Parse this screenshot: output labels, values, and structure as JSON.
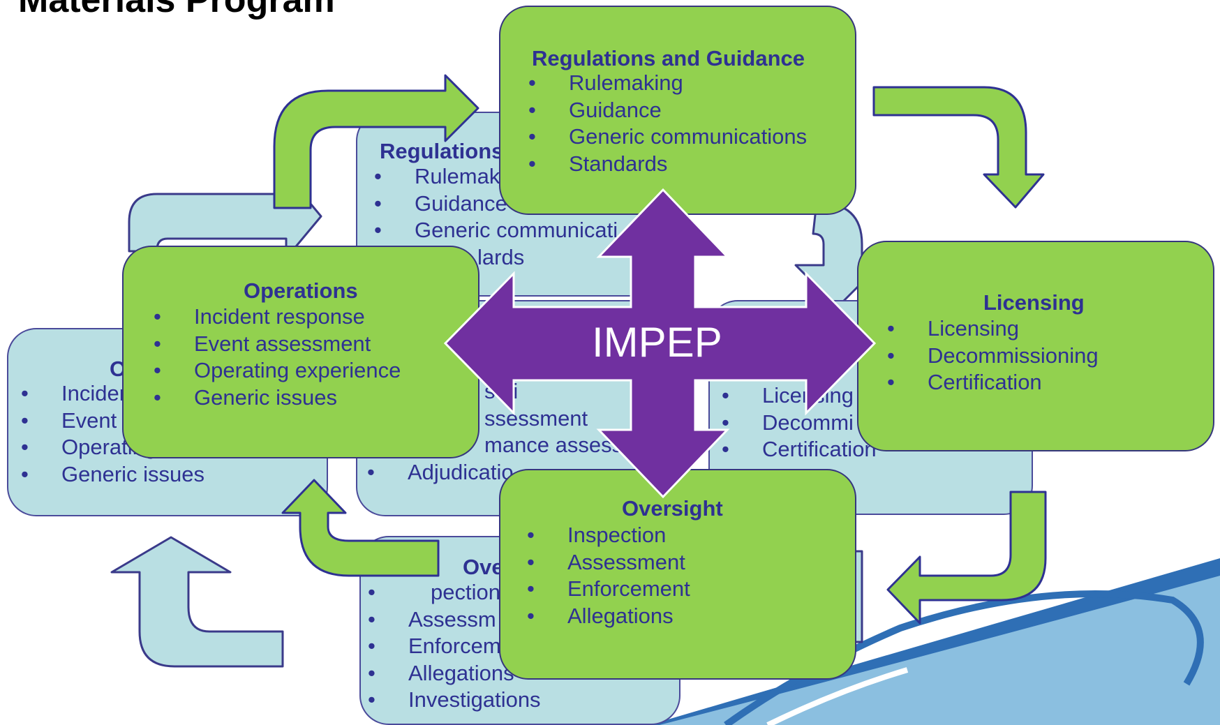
{
  "page_title": "Materials Program",
  "center_label": "IMPEP",
  "colors": {
    "front_box": "#92d14f",
    "back_box": "#b9dfe3",
    "text": "#2e3192",
    "impep_arrow": "#7030a0",
    "logo_blue": "#2f6fb5"
  },
  "back": {
    "regulations": {
      "title": "Regulations",
      "items": [
        "Rulemak",
        "Guidance",
        "Generic communicati",
        "lards"
      ]
    },
    "operations": {
      "title": "O",
      "items": [
        "Inciden",
        "Event",
        "Operating",
        "Generic issues"
      ]
    },
    "middle": {
      "items": [
        "scri",
        "ssessment",
        "mance assess",
        "Adjudicatio"
      ]
    },
    "licensing": {
      "items": [
        "Licensing",
        "Decommi",
        "Certification"
      ]
    },
    "oversight": {
      "title": "Ove",
      "items": [
        "pection",
        "Assessm",
        "Enforcem",
        "Allegations",
        "Investigations"
      ]
    }
  },
  "front": {
    "regulations": {
      "title": "Regulations and Guidance",
      "items": [
        "Rulemaking",
        "Guidance",
        "Generic communications",
        "Standards"
      ]
    },
    "operations": {
      "title": "Operations",
      "items": [
        "Incident response",
        "Event assessment",
        "Operating experience",
        "Generic issues"
      ]
    },
    "licensing": {
      "title": "Licensing",
      "items": [
        "Licensing",
        "Decommissioning",
        "Certification"
      ]
    },
    "oversight": {
      "title": "Oversight",
      "items": [
        "Inspection",
        "Assessment",
        "Enforcement",
        "Allegations"
      ]
    }
  }
}
